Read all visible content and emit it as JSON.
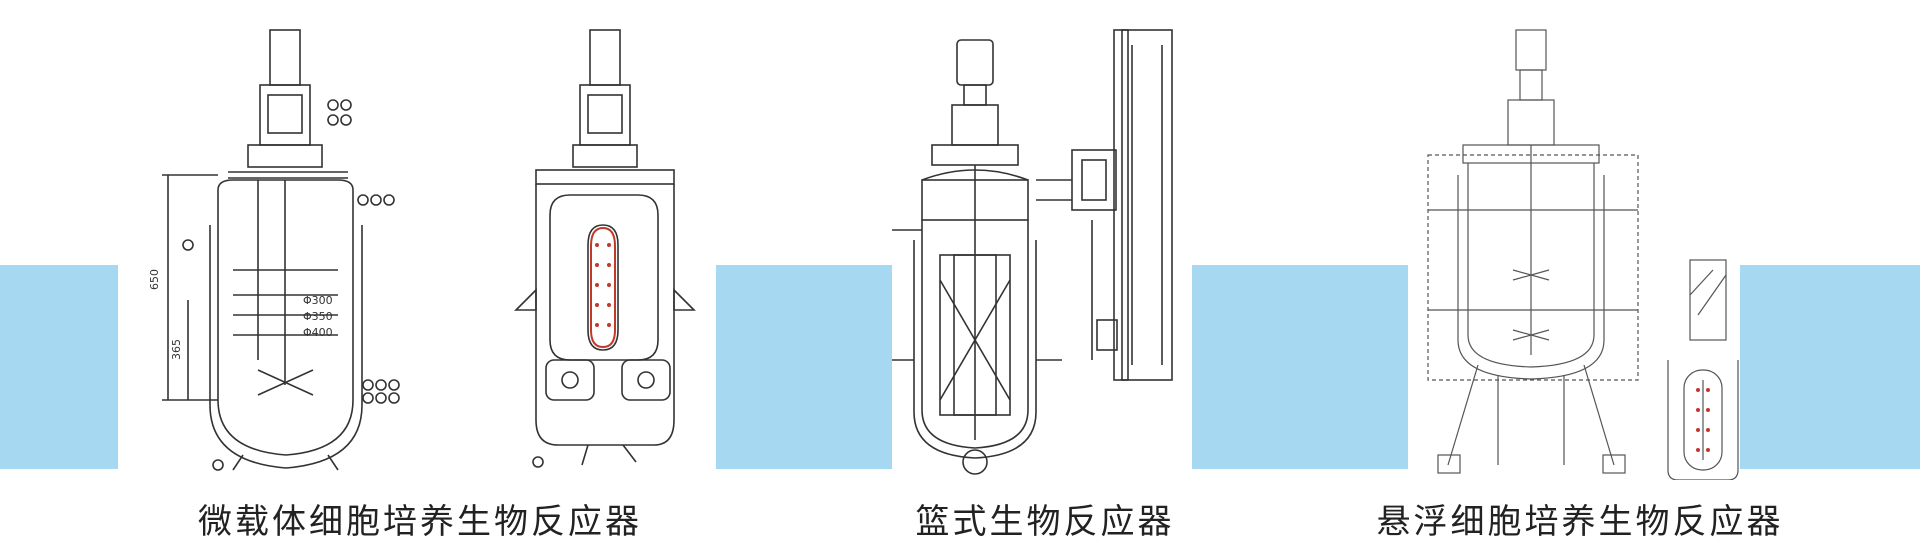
{
  "colors": {
    "band": "#a6d8f1",
    "line": "#333333",
    "window": "#c0392b"
  },
  "captions": {
    "microcarrier": "微载体细胞培养生物反应器",
    "basket": "篮式生物反应器",
    "suspension": "悬浮细胞培养生物反应器"
  },
  "drawing_labels": {
    "height_650": "650",
    "height_365": "365",
    "dia_300": "Φ300",
    "dia_350": "Φ350",
    "dia_400": "Φ400"
  }
}
